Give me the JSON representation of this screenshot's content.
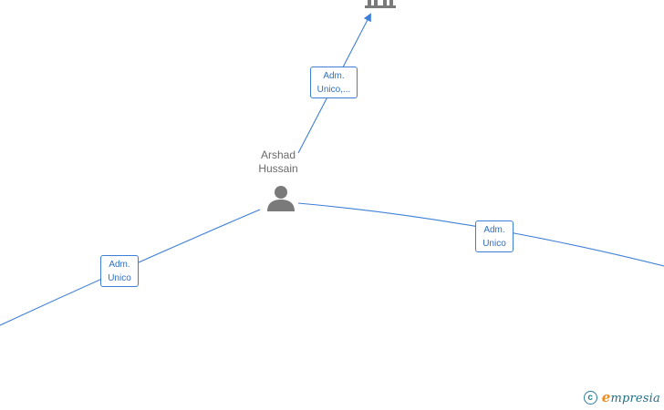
{
  "person": {
    "name_line1": "Arshad",
    "name_line2": "Hussain"
  },
  "edges": {
    "top": {
      "line1": "Adm.",
      "line2": "Unico,..."
    },
    "left": {
      "line1": "Adm.",
      "line2": "Unico"
    },
    "right": {
      "line1": "Adm.",
      "line2": "Unico"
    }
  },
  "footer": {
    "brand_initial": "e",
    "brand_rest": "mpresia"
  },
  "colors": {
    "edge": "#3d7fd6",
    "node_icon": "#7a7a7a",
    "brand_primary": "#1f6f8b",
    "brand_accent": "#f08a1c"
  }
}
